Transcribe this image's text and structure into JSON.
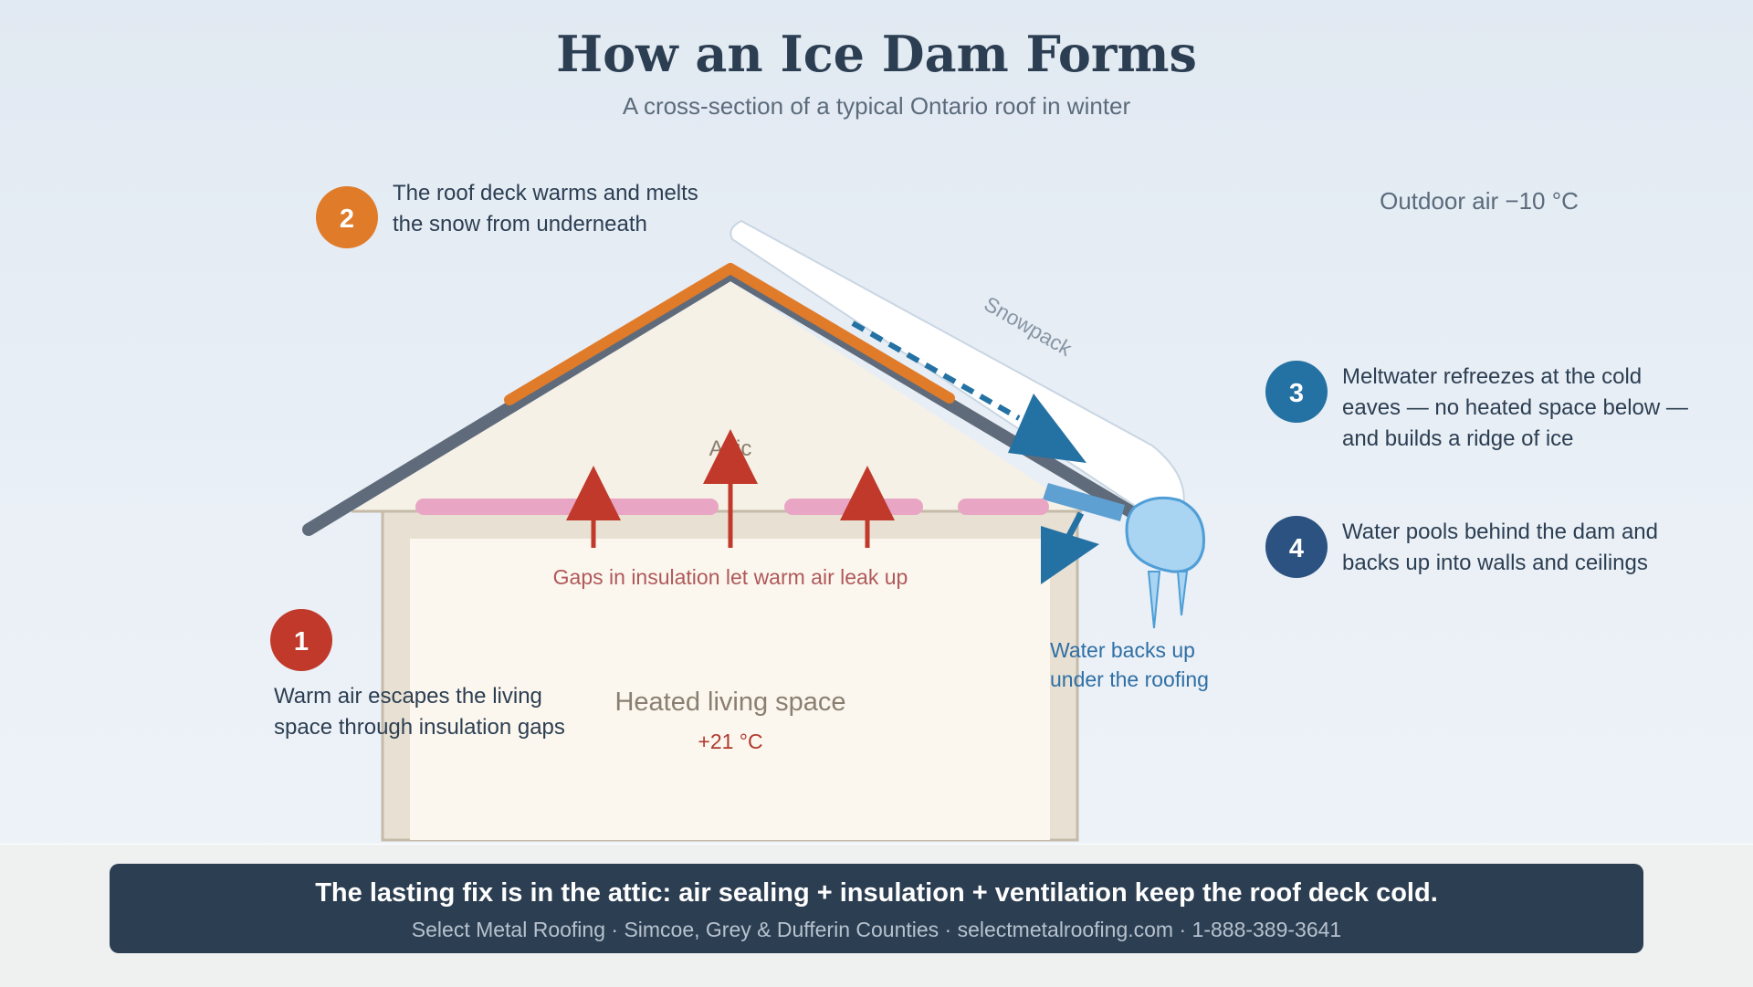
{
  "title": "How an Ice Dam Forms",
  "subtitle": "A cross-section of a typical Ontario roof in winter",
  "labels": {
    "outdoor_air": "Outdoor air −10 °C",
    "snowpack": "Snowpack",
    "attic": "Attic",
    "insulation_gaps": "Gaps in insulation let warm air leak up",
    "living_space": "Heated living space",
    "indoor_temp": "+21 °C",
    "water_backup_line1": "Water backs up",
    "water_backup_line2": "under the roofing"
  },
  "steps": [
    {
      "number": "1",
      "line1": "Warm air escapes the living",
      "line2": "space through insulation gaps",
      "line3": ""
    },
    {
      "number": "2",
      "line1": "The roof deck warms and melts",
      "line2": "the snow from underneath",
      "line3": ""
    },
    {
      "number": "3",
      "line1": "Meltwater refreezes at the cold",
      "line2": "eaves — no heated space below —",
      "line3": "and builds a ridge of ice"
    },
    {
      "number": "4",
      "line1": "Water pools behind the dam and",
      "line2": "backs up into walls and ceilings",
      "line3": ""
    }
  ],
  "banner": {
    "headline": "The lasting fix is in the attic: air sealing + insulation + ventilation keep the roof deck cold.",
    "footer": "Select Metal Roofing · Simcoe, Grey & Dufferin Counties · selectmetalroofing.com · 1-888-389-3641"
  },
  "colors": {
    "title": "#2c3e52",
    "step1": "#c0392b",
    "step2": "#e07b2a",
    "step3": "#2471a3",
    "step4": "#2c5282",
    "warm_air": "#c0392b",
    "roof": "#5f6b7a",
    "ice": "#a9d4f2",
    "water": "#2471a3",
    "insulation": "#e8a6c4"
  }
}
